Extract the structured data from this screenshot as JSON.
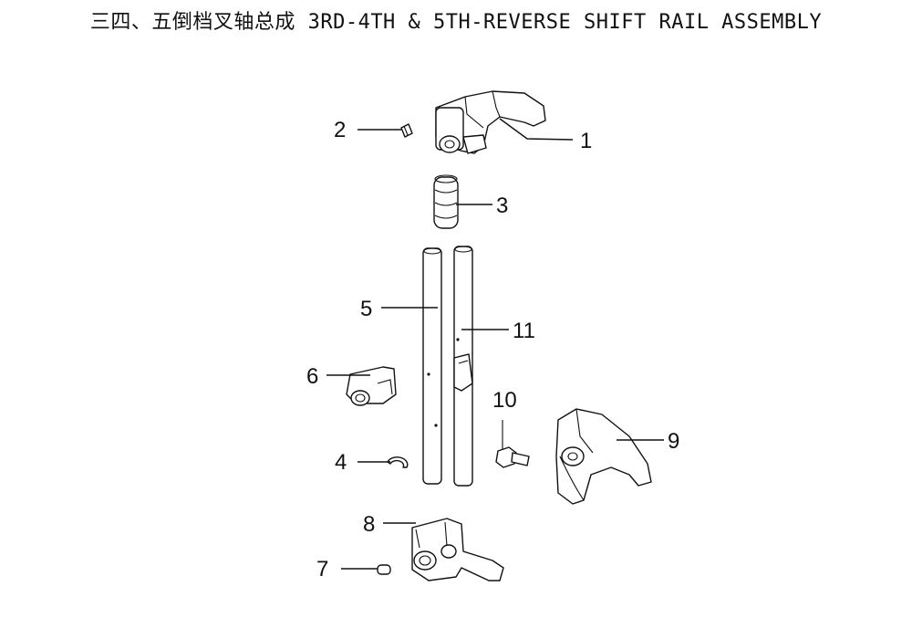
{
  "title": "三四、五倒档叉轴总成 3RD-4TH & 5TH-REVERSE SHIFT RAIL ASSEMBLY",
  "callouts": [
    "1",
    "2",
    "3",
    "4",
    "5",
    "6",
    "7",
    "8",
    "9",
    "10",
    "11"
  ]
}
